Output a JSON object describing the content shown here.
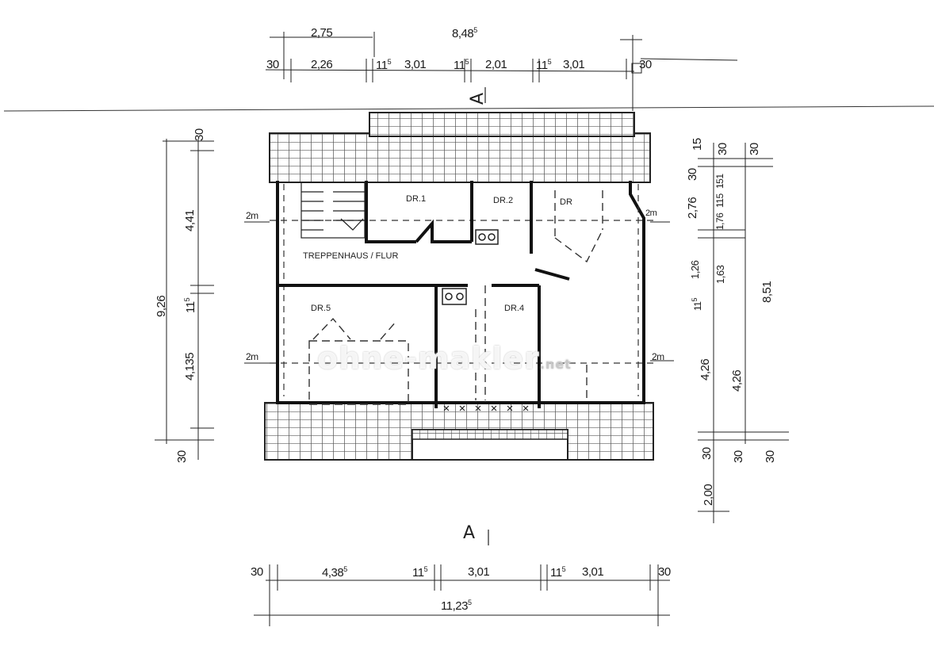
{
  "dimensions": {
    "top_overall": "2,75",
    "top_total": "8,48",
    "top_total_sup": "5",
    "top_segments": [
      {
        "text": "30"
      },
      {
        "text": "2,26"
      },
      {
        "text": "11",
        "sup": "5"
      },
      {
        "text": "3,01"
      },
      {
        "text": "11",
        "sup": "5"
      },
      {
        "text": "2,01"
      },
      {
        "text": "11",
        "sup": "5"
      },
      {
        "text": "3,01"
      },
      {
        "text": "30"
      }
    ],
    "bottom_segments": [
      {
        "text": "30"
      },
      {
        "text": "4,38",
        "sup": "5"
      },
      {
        "text": "11",
        "sup": "5"
      },
      {
        "text": "3,01"
      },
      {
        "text": "11",
        "sup": "5"
      },
      {
        "text": "3,01"
      },
      {
        "text": "30"
      }
    ],
    "bottom_total": "11,23",
    "bottom_total_sup": "5",
    "left": {
      "top_30": "30",
      "h441": "4,41",
      "overall": "9,26",
      "s115": "11",
      "s115_sup": "5",
      "h4135": "4,135",
      "bottom_30": "30",
      "mark_2m_upper": "2m",
      "mark_2m_lower": "2m"
    },
    "right": {
      "a115": "15",
      "a30a": "30",
      "a30b": "30",
      "a30c": "30",
      "a151": "151",
      "a276": "2,76",
      "a115b": "115",
      "a176": "1,76",
      "a126": "1,26",
      "a163": "1,63",
      "a851": "8,51",
      "a115c": "11",
      "a115c_sup": "5",
      "a426a": "4,26",
      "a426b": "4,26",
      "b30a": "30",
      "b30b": "30",
      "b30c": "30",
      "b200": "2,00",
      "mark_2m_upper": "2m",
      "mark_2m_lower": "2m"
    }
  },
  "section_marks": {
    "top": "A",
    "bottom": "A"
  },
  "rooms": {
    "dr1": "DR.1",
    "dr2": "DR.2",
    "dr3": "DR",
    "dr4": "DR.4",
    "dr5": "DR.5",
    "stair": "TREPPENHAUS / FLUR"
  },
  "watermark": {
    "main": "ohne-makler",
    "suffix": ".net"
  }
}
